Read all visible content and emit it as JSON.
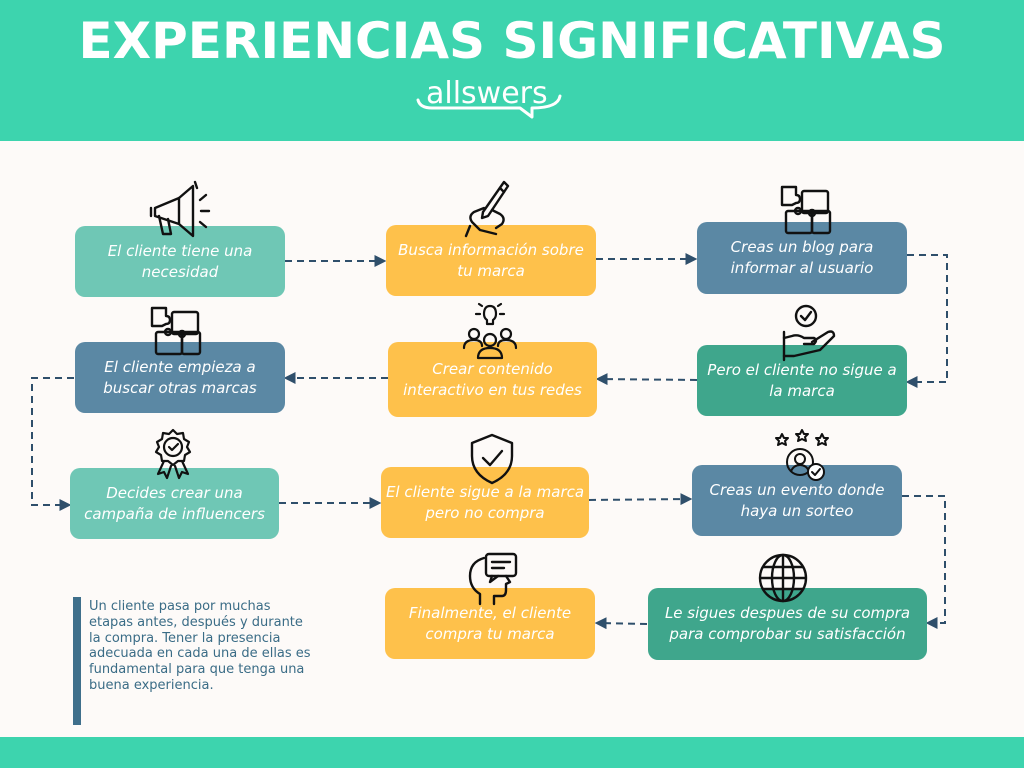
{
  "header": {
    "title": "EXPERIENCIAS SIGNIFICATIVAS",
    "brand": "allswers"
  },
  "colors": {
    "header_bg": "#3dd4ae",
    "teal_light": "#6fc7b5",
    "orange": "#fec14b",
    "blue": "#5b88a4",
    "green": "#3fa68c",
    "note": "#3a6c86"
  },
  "steps": [
    {
      "label": "El cliente tiene una necesidad",
      "icon": "megaphone-icon"
    },
    {
      "label": "Busca información sobre tu marca",
      "icon": "pen-in-hand-icon"
    },
    {
      "label": "Creas un blog para informar al usuario",
      "icon": "puzzle-icon"
    },
    {
      "label": "Pero el cliente no sigue a la marca",
      "icon": "hand-with-check-icon"
    },
    {
      "label": "Crear contenido interactivo en tus redes",
      "icon": "team-idea-icon"
    },
    {
      "label": "El cliente empieza a buscar otras marcas",
      "icon": "puzzle-icon"
    },
    {
      "label": "Decides crear una campaña de influencers",
      "icon": "award-badge-icon"
    },
    {
      "label": "El cliente sigue a la marca pero no compra",
      "icon": "shield-check-icon"
    },
    {
      "label": "Creas un evento donde haya un sorteo",
      "icon": "user-stars-icon"
    },
    {
      "label": "Le sigues despues de su compra para comprobar su satisfacción",
      "icon": "globe-icon"
    },
    {
      "label": "Finalmente, el cliente compra tu marca",
      "icon": "head-chat-icon"
    }
  ],
  "note": "Un cliente pasa por muchas etapas antes, después y durante la compra. Tener la presencia adecuada en cada una de ellas es fundamental para que tenga una buena experiencia."
}
